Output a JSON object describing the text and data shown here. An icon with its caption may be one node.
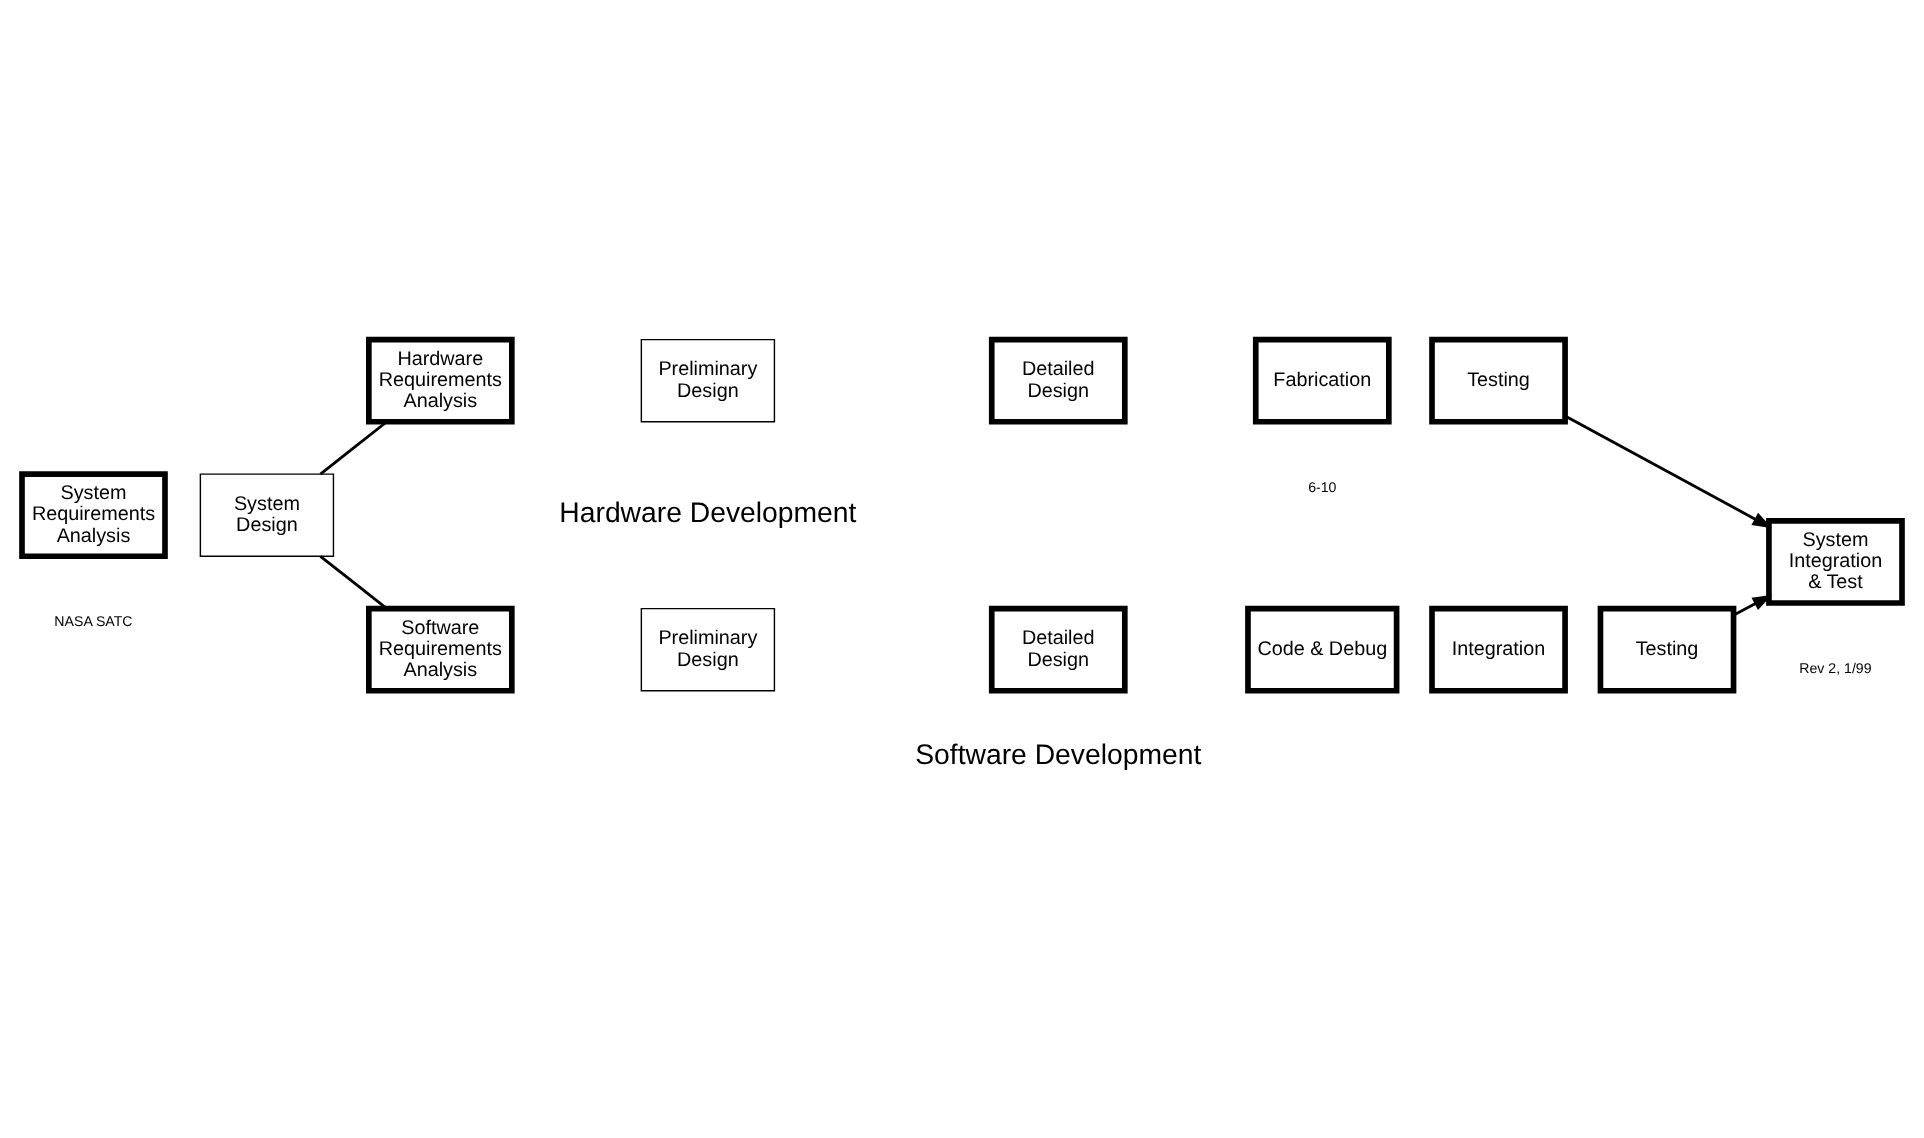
{
  "diagram": {
    "nodes": [
      {
        "text": [
          "System Requirements Analysis"
        ]
      },
      {
        "text": [
          "System Design"
        ]
      },
      {
        "text": [
          "Hardware Requirements Analysis"
        ]
      },
      {
        "text": [
          "Preliminary Design"
        ]
      },
      {
        "text": [
          "Detailed Design"
        ]
      },
      {
        "text": [
          "Fabrication"
        ]
      },
      {
        "text": [
          "Testing"
        ]
      },
      {
        "text": [
          "Software Requirements Analysis"
        ]
      },
      {
        "text": [
          "Preliminary Design"
        ]
      },
      {
        "text": [
          "Detailed Design"
        ]
      },
      {
        "text": [
          "Code & Debug"
        ]
      },
      {
        "text": [
          "Integration"
        ]
      },
      {
        "text": [
          "Testing"
        ]
      },
      {
        "text": [
          "System Integration & Test"
        ]
      }
    ],
    "edges": [
      {
        "from": 1,
        "to": 2,
        "arrow": "none"
      },
      {
        "from": 1,
        "to": 7,
        "arrow": "none"
      },
      {
        "from": 6,
        "to": 13,
        "arrow": "to"
      },
      {
        "from": 12,
        "to": 13,
        "arrow": "to"
      }
    ],
    "labels": [
      "Hardware Development",
      "Software Development",
      "NASA SATC",
      "6-10",
      "Rev 2, 1/99"
    ]
  }
}
